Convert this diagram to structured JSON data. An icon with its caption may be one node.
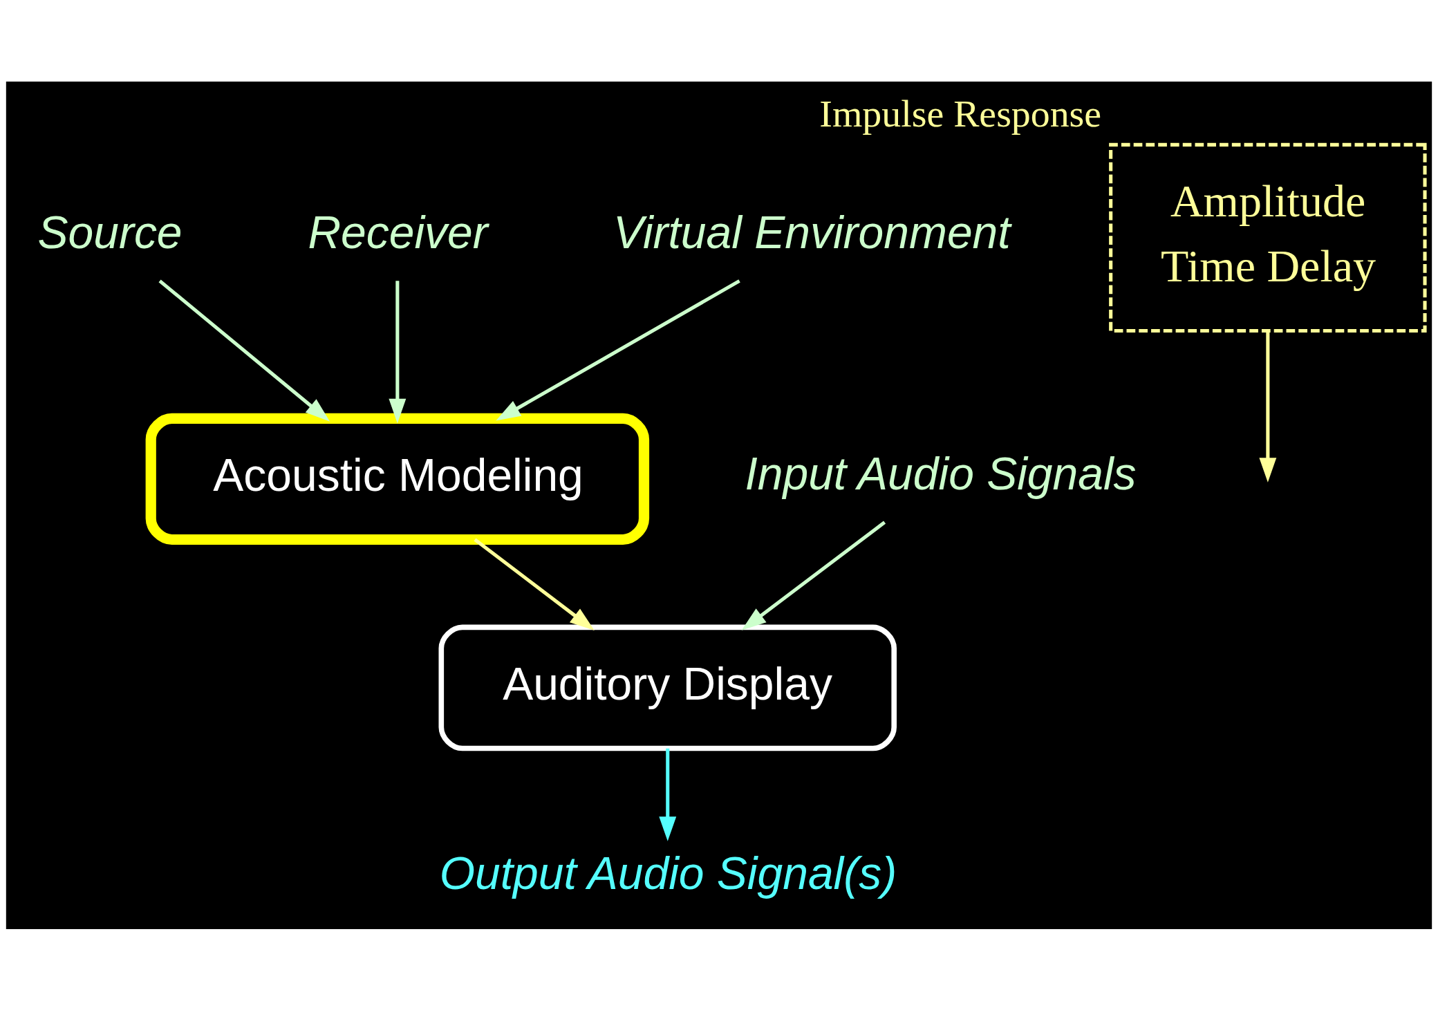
{
  "diagram": {
    "nodes": [
      {
        "text": [
          "Source"
        ]
      },
      {
        "text": [
          "Receiver"
        ]
      },
      {
        "text": [
          "Virtual Environment"
        ]
      },
      {
        "text": [
          "Acoustic Modeling"
        ]
      },
      {
        "text": [
          "Input Audio Signals"
        ]
      },
      {
        "text": [
          "Auditory Display"
        ]
      },
      {
        "text": [
          "Output Audio Signal(s)"
        ]
      },
      {
        "text": [
          "Amplitude",
          "Time Delay"
        ],
        "beside": [
          "Impulse Response"
        ]
      }
    ],
    "edges": [
      {
        "from": 0,
        "to": 3,
        "arrow": "to"
      },
      {
        "from": 1,
        "to": 3,
        "arrow": "to"
      },
      {
        "from": 2,
        "to": 3,
        "arrow": "to"
      },
      {
        "from": 3,
        "to": 5,
        "arrow": "to",
        "color": "#ffff99"
      },
      {
        "from": 4,
        "to": 5,
        "arrow": "to"
      },
      {
        "from": 5,
        "to": 6,
        "arrow": "to",
        "color": "#55ffff"
      },
      {
        "from": 7,
        "to": null,
        "arrow": "to",
        "color": "#ffff99"
      }
    ]
  }
}
